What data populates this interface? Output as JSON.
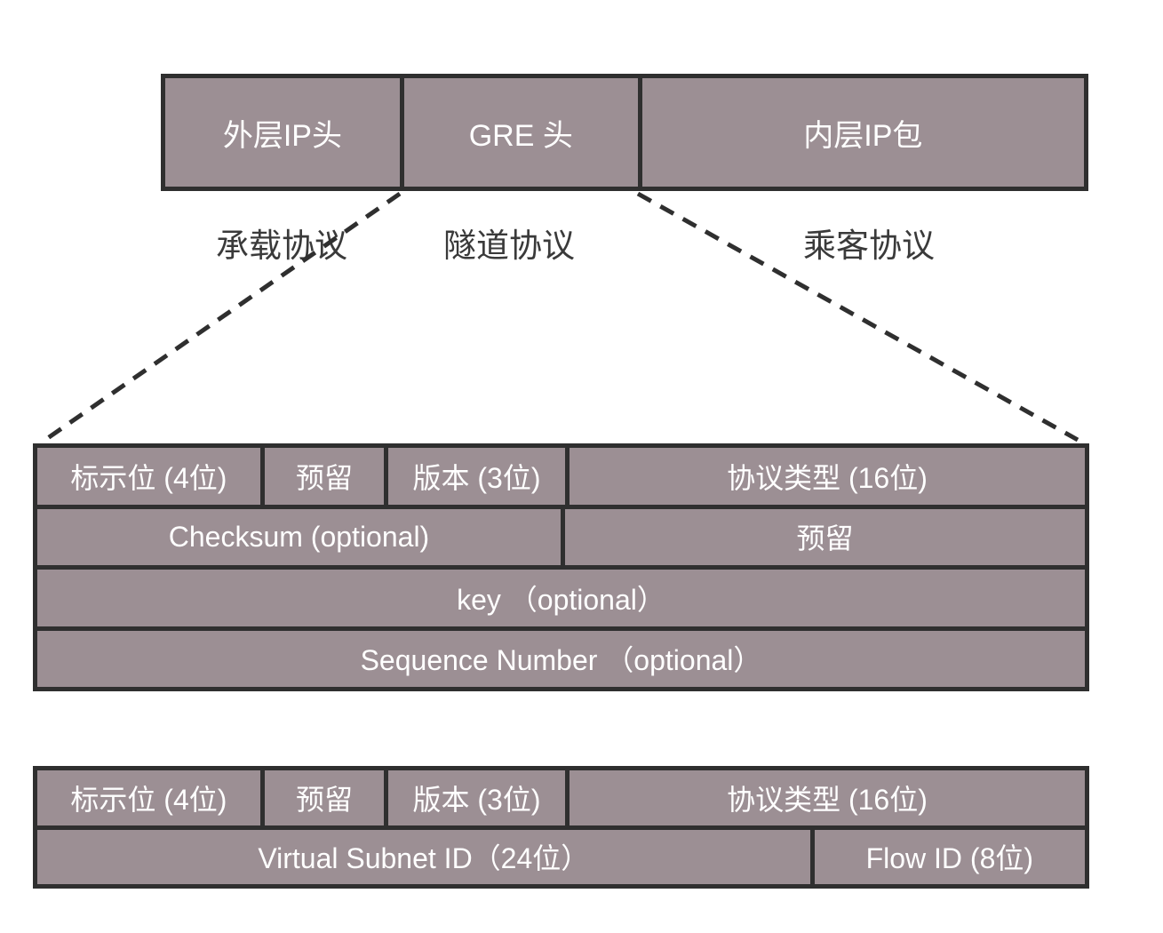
{
  "colors": {
    "cell_fill": "#9c8f94",
    "border_and_lines": "#2f2f2f",
    "protocol_label_text": "#3a3a3a",
    "cell_text": "#ffffff",
    "background": "#ffffff"
  },
  "packet": {
    "segments": [
      {
        "label": "外层IP头"
      },
      {
        "label": "GRE 头"
      },
      {
        "label": "内层IP包"
      }
    ],
    "protocol_labels": [
      {
        "label": "承载协议"
      },
      {
        "label": "隧道协议"
      },
      {
        "label": "乘客协议"
      }
    ]
  },
  "gre_header_table": {
    "rows": [
      [
        "标示位 (4位)",
        "预留",
        "版本 (3位)",
        "协议类型 (16位)"
      ],
      [
        "Checksum (optional)",
        "预留"
      ],
      [
        "key （optional）"
      ],
      [
        "Sequence Number （optional）"
      ]
    ]
  },
  "nvgre_header_table": {
    "rows": [
      [
        "标示位 (4位)",
        "预留",
        "版本 (3位)",
        "协议类型 (16位)"
      ],
      [
        "Virtual Subnet ID（24位）",
        "Flow ID (8位)"
      ]
    ]
  }
}
